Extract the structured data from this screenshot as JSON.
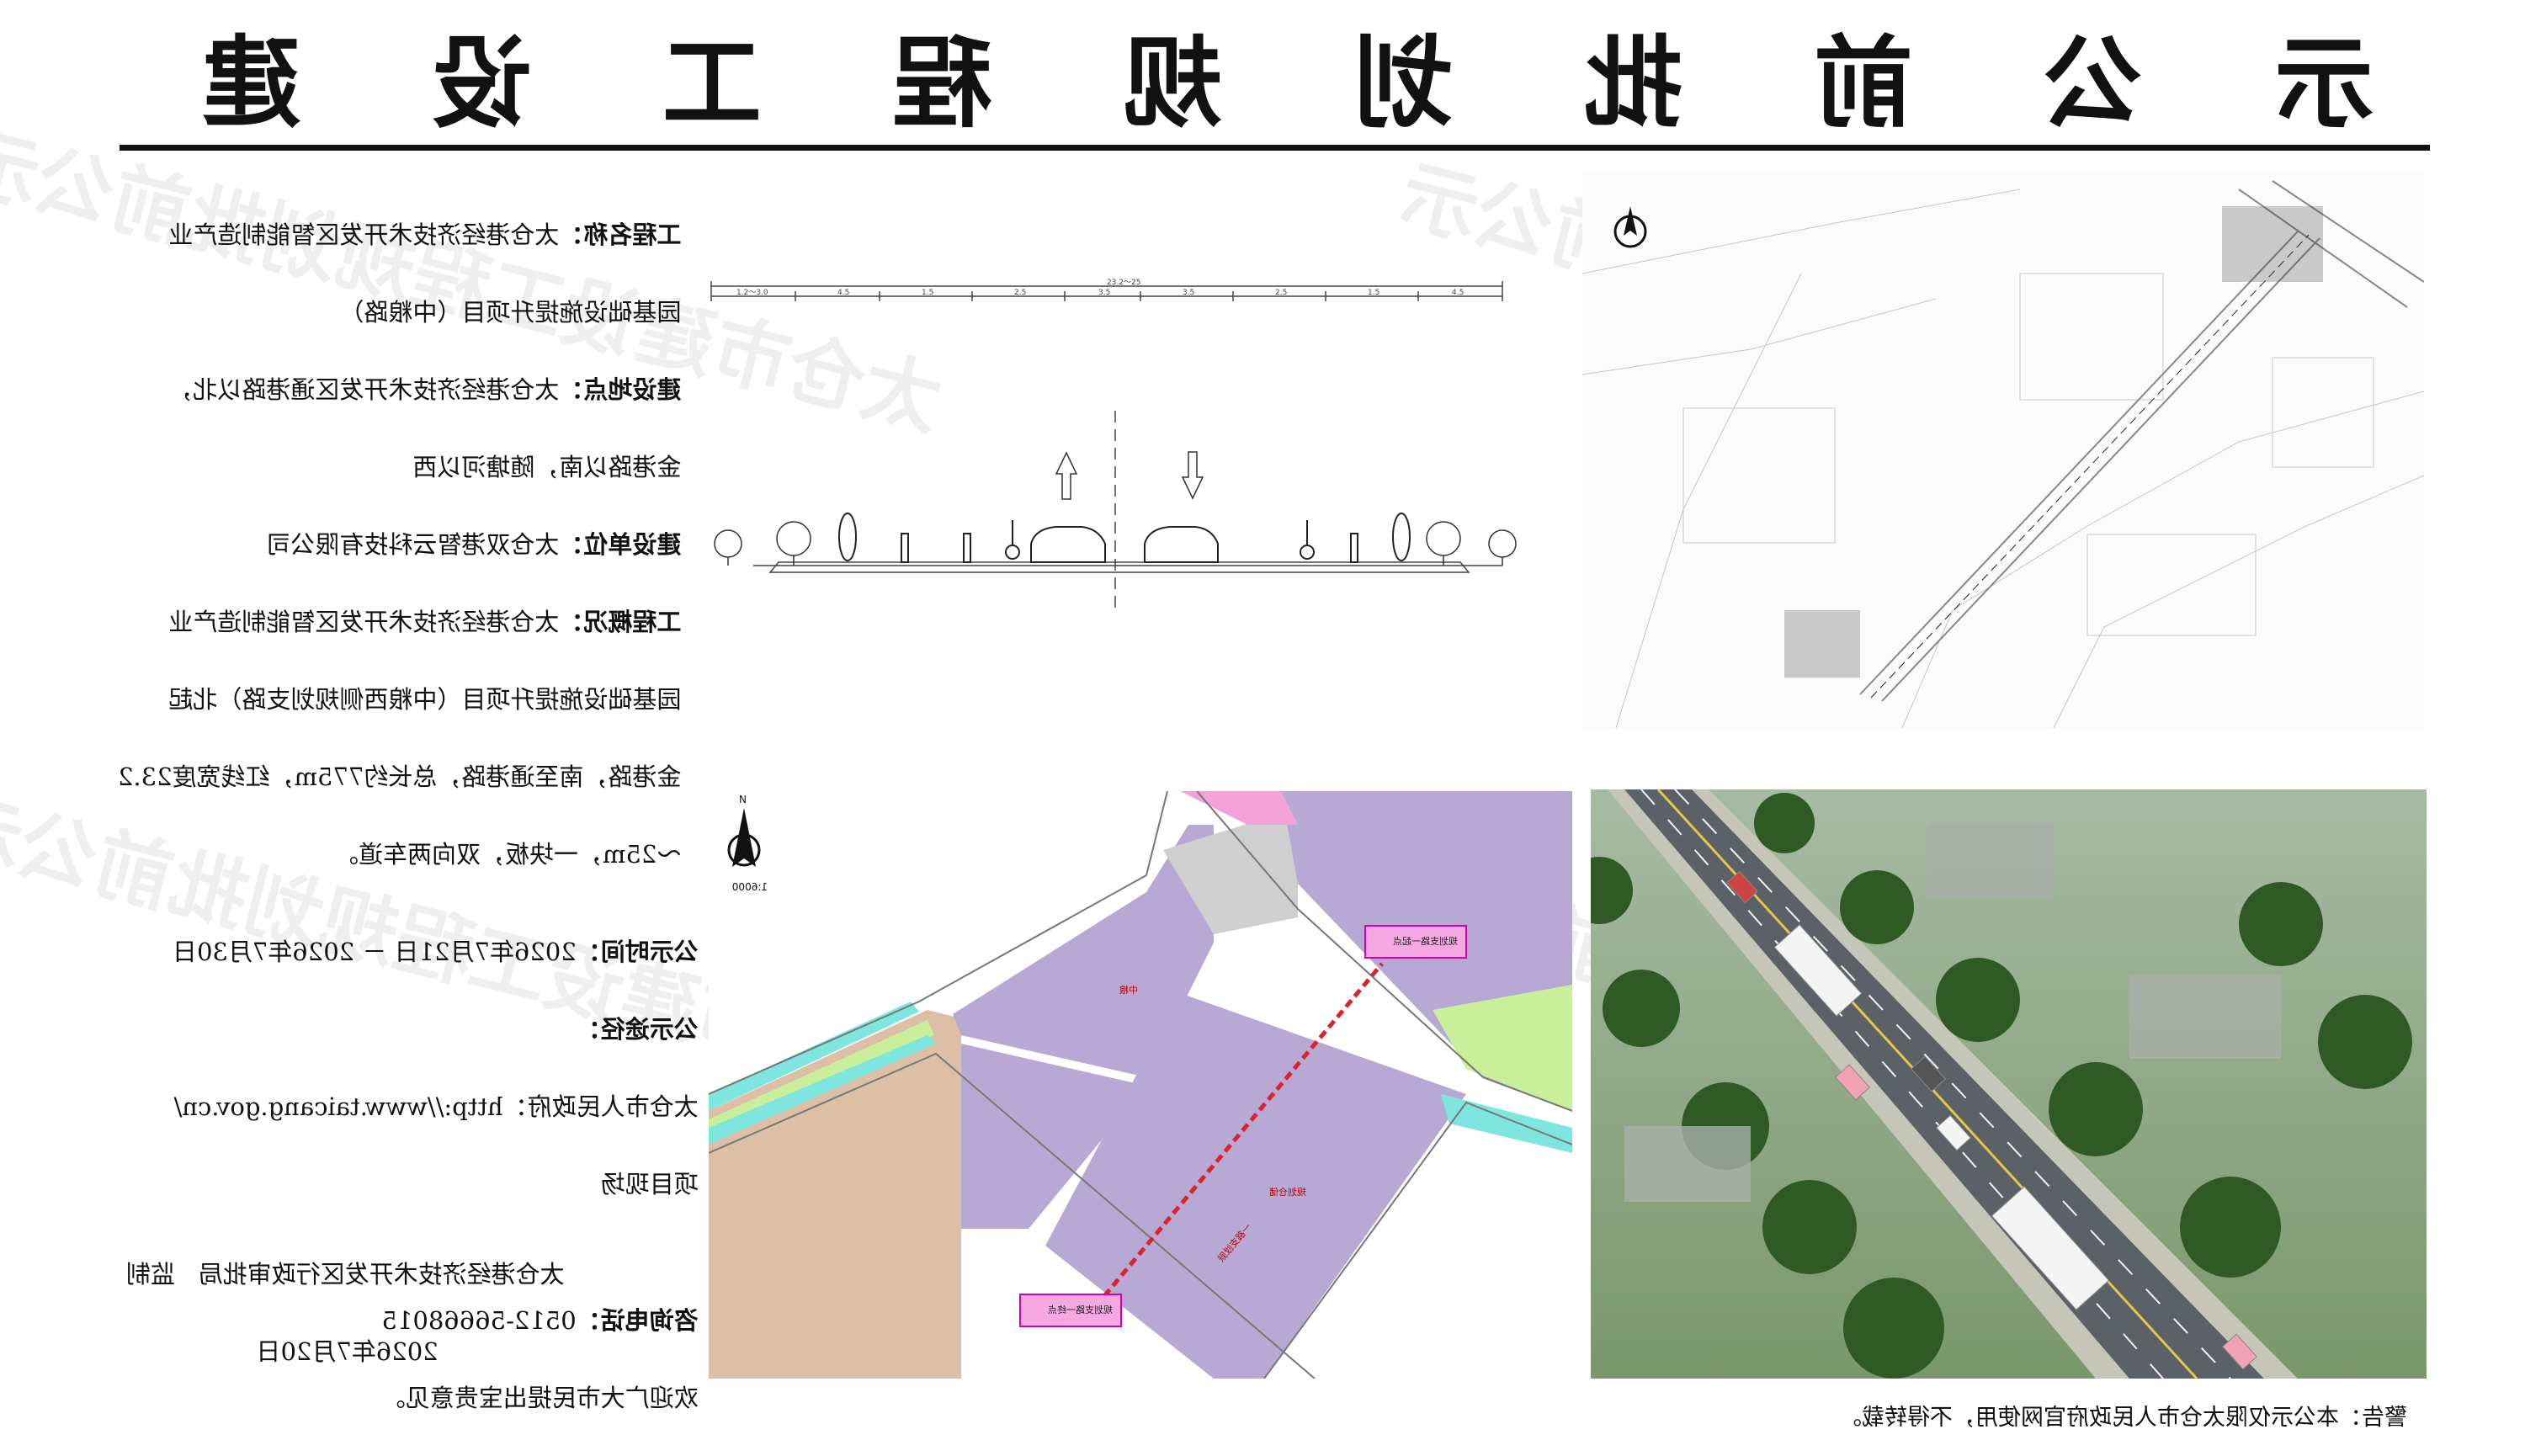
{
  "title": {
    "chars": [
      "示",
      "公",
      "前",
      "批",
      "划",
      "规",
      "程",
      "工",
      "设",
      "建"
    ]
  },
  "watermark": {
    "text": "太仓市建设工程规划批前公示"
  },
  "project_info": {
    "name_label": "工程名称：",
    "name_text": "太仓港经济技术开发区智能制造产业",
    "name_text2": "园基础设施提升项目（中粮路）",
    "location_label": "建设地点：",
    "location_text": "太仓港经济技术开发区通港路以北，",
    "location_text2": "金港路以南，随塘河以西",
    "builder_label": "建设单位：",
    "builder_text": "太仓双港智云科技有限公司",
    "overview_label": "工程概况：",
    "overview_text": "太仓港经济技术开发区智能制造产业",
    "overview_text2": "园基础设施提升项目（中粮西侧规划支路）北起",
    "overview_text3": "金港路，南至通港路，总长约775m，红线宽度23.2",
    "overview_text4": "～25m，一块板，双向两车道。"
  },
  "public_notice": {
    "period_label": "公示时间：",
    "period_text": "2026年7月21日 － 2026年7月30日",
    "channel_label": "公示途径：",
    "channel_text": "太仓市人民政府：http://www.taicang.gov.cn/",
    "channel_text2": "项目现场",
    "phone_label": "咨询电话：",
    "phone_text": "0512-56668015",
    "welcome": "欢迎广大市民提出宝贵意见。",
    "authority": "太仓港经济技术开发区行政审批局   监制",
    "date": "2026年7月20日"
  },
  "warning": "警告：本公示仅限太仓市人民政府官网使用，不得转载。",
  "section": {
    "total_width": "23.2～25",
    "segments": [
      "4.5",
      "1.5",
      "2.5",
      "3.5",
      "3.5",
      "2.5",
      "1.5",
      "4.5"
    ],
    "left_lane": "1.2～3.0"
  },
  "site_plan": {
    "scale": "1:6000",
    "north": "N",
    "label_start": "规划支路一起点",
    "label_end": "规划支路一终点",
    "parcel_a": "中粮",
    "parcel_b": "规划仓储",
    "road_name": "规划支路一"
  },
  "colors": {
    "purple": "#b7a9d4",
    "tan": "#dcbfa5",
    "cyan": "#7fe6df",
    "lime": "#c9ef9a",
    "pink": "#f4a3d9",
    "gray": "#cfcfcf",
    "redline": "#e0202a"
  }
}
